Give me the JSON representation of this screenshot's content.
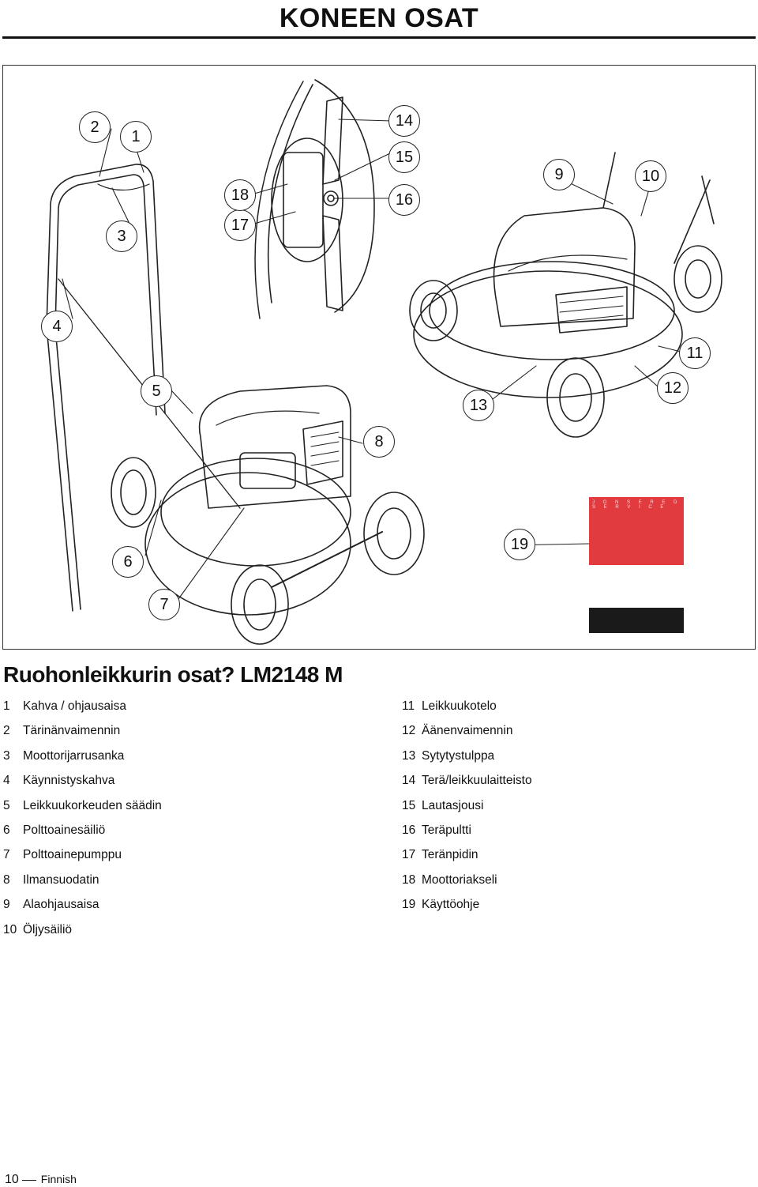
{
  "header": {
    "title": "KONEEN OSAT"
  },
  "figure": {
    "callouts": [
      "1",
      "2",
      "3",
      "4",
      "5",
      "6",
      "7",
      "8",
      "9",
      "10",
      "11",
      "12",
      "13",
      "14",
      "15",
      "16",
      "17",
      "18",
      "19"
    ],
    "manual_brand": "J O N S E R E D   S E R V I C E",
    "colors": {
      "manual_cover": "#e23b3f",
      "manual_back": "#1a1a1a"
    }
  },
  "model_heading": "Ruohonleikkurin osat? LM2148 M",
  "parts_left": [
    {
      "num": "1",
      "label": "Kahva / ohjausaisa"
    },
    {
      "num": "2",
      "label": "Tärinänvaimennin"
    },
    {
      "num": "3",
      "label": "Moottorijarrusanka"
    },
    {
      "num": "4",
      "label": "Käynnistyskahva"
    },
    {
      "num": "5",
      "label": "Leikkuukorkeuden säädin"
    },
    {
      "num": "6",
      "label": "Polttoainesäiliö"
    },
    {
      "num": "7",
      "label": "Polttoainepumppu"
    },
    {
      "num": "8",
      "label": "Ilmansuodatin"
    },
    {
      "num": "9",
      "label": "Alaohjausaisa"
    },
    {
      "num": "10",
      "label": "Öljysäiliö"
    }
  ],
  "parts_right": [
    {
      "num": "11",
      "label": "Leikkuukotelo"
    },
    {
      "num": "12",
      "label": "Äänenvaimennin"
    },
    {
      "num": "13",
      "label": "Sytytystulppa"
    },
    {
      "num": "14",
      "label": "Terä/leikkuulaitteisto"
    },
    {
      "num": "15",
      "label": "Lautasjousi"
    },
    {
      "num": "16",
      "label": "Teräpultti"
    },
    {
      "num": "17",
      "label": "Teränpidin"
    },
    {
      "num": "18",
      "label": "Moottoriakseli"
    },
    {
      "num": "19",
      "label": "Käyttöohje"
    }
  ],
  "footer": {
    "page_number": "10",
    "language": "Finnish"
  }
}
